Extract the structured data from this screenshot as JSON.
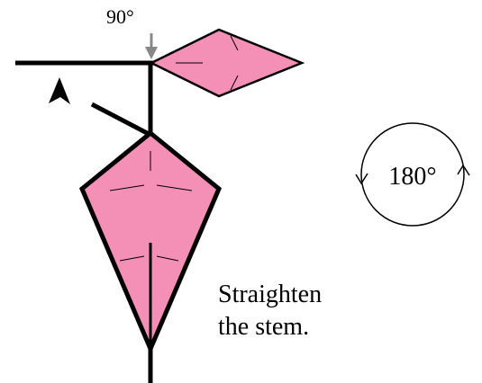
{
  "diagram": {
    "fold_angle": "90°",
    "rotate_label": "180°",
    "instruction": {
      "line1": "Straighten",
      "line2": "the stem."
    }
  },
  "colors": {
    "petal_fill": "#f48fb5",
    "stroke": "#000000",
    "arrow_gray": "#888888"
  },
  "icons": {
    "fold_arrow": "downward-gray-arrow-icon",
    "view_marker": "arrowhead-icon",
    "rotate": "rotate-180-icon"
  }
}
